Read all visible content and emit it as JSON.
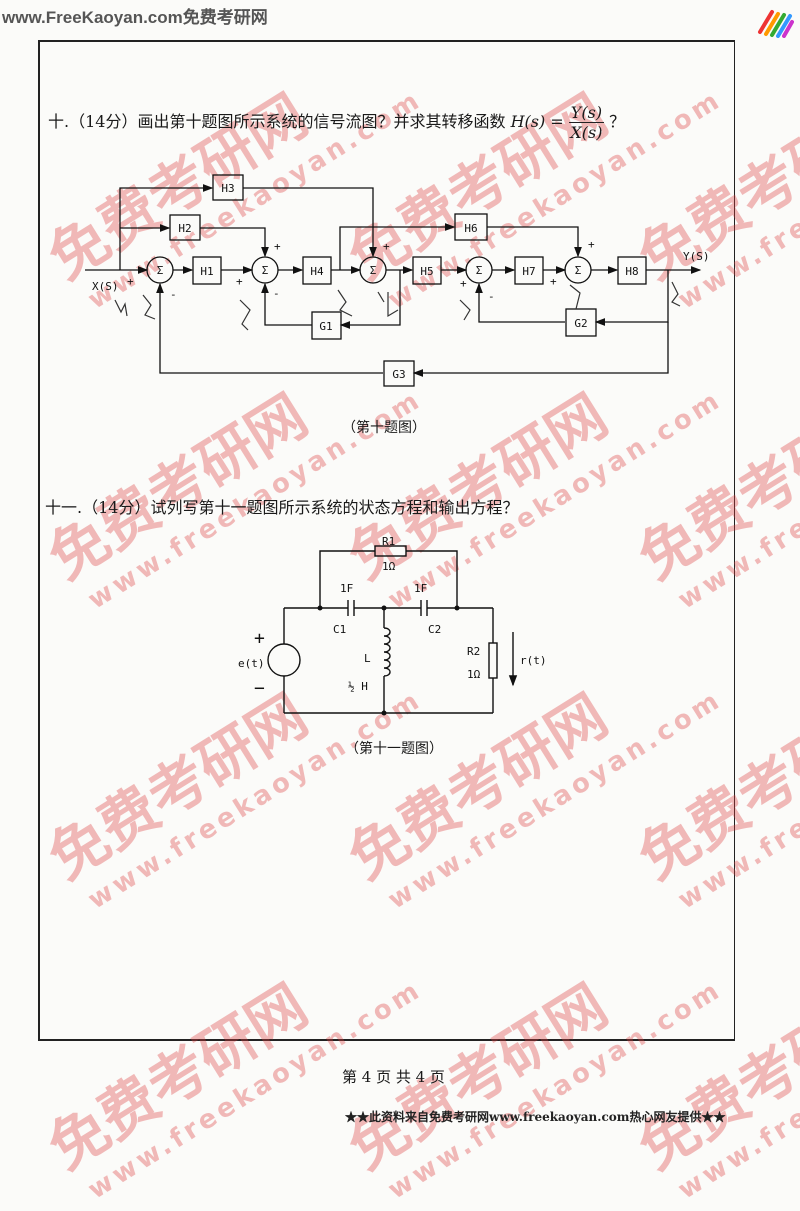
{
  "header": {
    "site": "www.FreeKaoyan.com免费考研网"
  },
  "watermark": {
    "main": "免费考研网",
    "url": "www.freekaoyan.com"
  },
  "q10": {
    "number": "十.（14分）",
    "text": "画出第十题图所示系统的信号流图？并求其转移函数",
    "func": "H(s) =",
    "num": "Y(s)",
    "den": "X(s)",
    "end": "？",
    "caption": "（第十题图）"
  },
  "diagram10": {
    "input": "X(S)",
    "output": "Y(S)",
    "sum": "Σ",
    "blocks": {
      "H1": "H1",
      "H2": "H2",
      "H3": "H3",
      "H4": "H4",
      "H5": "H5",
      "H6": "H6",
      "H7": "H7",
      "H8": "H8",
      "G1": "G1",
      "G2": "G2",
      "G3": "G3"
    },
    "plus": "+",
    "minus": "-"
  },
  "q11": {
    "number": "十一.（14分）",
    "text": "试列写第十一题图所示系统的状态方程和输出方程？",
    "caption": "（第十一题图）"
  },
  "circuit11": {
    "R1": "R1",
    "R1_value": "1Ω",
    "C1_value": "1F",
    "C2_value": "1F",
    "C1": "C1",
    "C2": "C2",
    "L": "L",
    "L_value": "½ H",
    "R2": "R2",
    "R2_value": "1Ω",
    "source": "e(t)",
    "output": "r(t)",
    "plus": "+",
    "minus": "−"
  },
  "footer": {
    "page": "第 4 页 共 4 页",
    "credit": "★★此资料来自免费考研网www.freekaoyan.com热心网友提供★★"
  }
}
